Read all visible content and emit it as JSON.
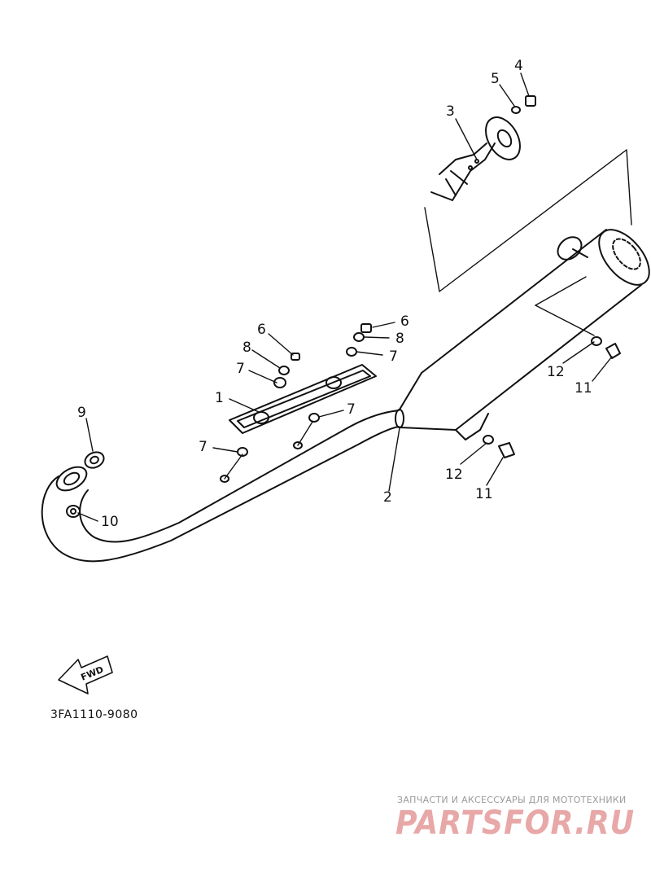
{
  "diagram": {
    "part_code": "3FA1110-9080",
    "fwd_label": "FWD",
    "callouts": {
      "c1": "1",
      "c2": "2",
      "c3": "3",
      "c4": "4",
      "c5": "5",
      "c6a": "6",
      "c6b": "6",
      "c7a": "7",
      "c7b": "7",
      "c7c": "7",
      "c7d": "7",
      "c8a": "8",
      "c8b": "8",
      "c9": "9",
      "c10": "10",
      "c11a": "11",
      "c11b": "11",
      "c12a": "12",
      "c12b": "12"
    }
  },
  "watermark": {
    "caption": "ЗАПЧАСТИ И АКСЕССУАРЫ ДЛЯ МОТОТЕХНИКИ",
    "logo": "PARTSFOR.RU",
    "logo_color": "#e8a8a8"
  }
}
